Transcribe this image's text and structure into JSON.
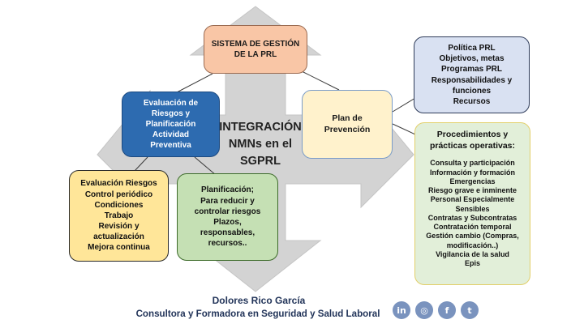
{
  "center": {
    "line1": "INTEGRACIÓN",
    "line2": "NMNs en el",
    "line3": "SGPRL"
  },
  "boxes": {
    "sgprl": [
      "SISTEMA DE GESTIÓN",
      "DE LA PRL"
    ],
    "eval_riesgos": [
      "Evaluación de",
      "Riesgos y",
      "Planificación",
      "Actividad",
      "Preventiva"
    ],
    "plan": [
      "Plan de",
      "Prevención"
    ],
    "politica": [
      "Política PRL",
      "Objetivos, metas",
      "Programas PRL",
      "Responsabilidades y",
      "funciones",
      "Recursos"
    ],
    "procedimientos": {
      "heading": [
        "Procedimientos y",
        "prácticas operativas:"
      ],
      "items": [
        "Consulta y participación",
        "Información y formación",
        "Emergencias",
        "Riesgo grave e inminente",
        "Personal Especialmente",
        "Sensibles",
        "Contratas y Subcontratas",
        "Contratación temporal",
        "Gestión cambio (Compras,",
        "modificación..)",
        "Vigilancia de la salud",
        "Epis"
      ]
    },
    "eval_control": [
      "Evaluación Riesgos",
      "Control periódico",
      "Condiciones",
      "Trabajo",
      "Revisión y",
      "actualización",
      "Mejora continua"
    ],
    "planificacion": [
      "Planificación;",
      "Para reducir y",
      "controlar riesgos",
      "Plazos,",
      "responsables,",
      "recursos.."
    ]
  },
  "footer": {
    "name": "Dolores Rico García",
    "role": "Consultora y Formadora en Seguridad y Salud Laboral"
  },
  "social": [
    {
      "icon": "linkedin-icon",
      "glyph": "in"
    },
    {
      "icon": "instagram-icon",
      "glyph": "◎"
    },
    {
      "icon": "facebook-icon",
      "glyph": "f"
    },
    {
      "icon": "twitter-icon",
      "glyph": "t"
    }
  ],
  "colors": {
    "arrow_fill": "#d3d3d3",
    "connector": "#3a3a3a",
    "sgprl_box": "#f9c6a6",
    "eval_riesgos_box": "#2d6bb0",
    "plan_box": "#fff2cc",
    "politica_box": "#d9e1f2",
    "procedimientos_box": "#e2efd9",
    "eval_control_box": "#ffe699",
    "planificacion_box": "#c5e0b4",
    "footer_text": "#23355a",
    "social_icon": "#7a93be"
  }
}
